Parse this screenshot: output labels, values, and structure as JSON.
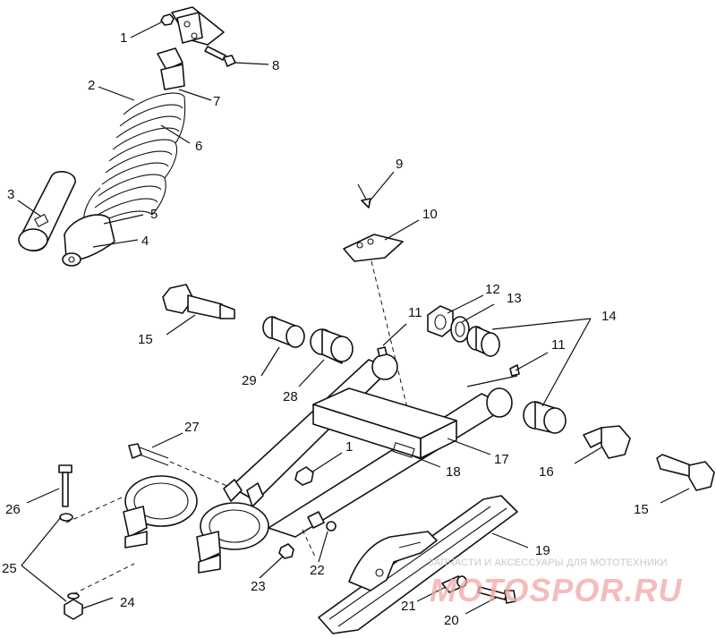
{
  "callouts": [
    "1",
    "2",
    "3",
    "4",
    "5",
    "6",
    "7",
    "8",
    "9",
    "10",
    "11",
    "12",
    "13",
    "14",
    "15",
    "29",
    "28",
    "11",
    "27",
    "1",
    "17",
    "18",
    "16",
    "15",
    "26",
    "25",
    "24",
    "23",
    "22",
    "19",
    "21",
    "20"
  ],
  "watermark": {
    "line1": "ЗАПЧАСТИ И АКСЕССУАРЫ ДЛЯ МОТОТЕХНИКИ",
    "line2": "MOTOSPOR.RU"
  }
}
